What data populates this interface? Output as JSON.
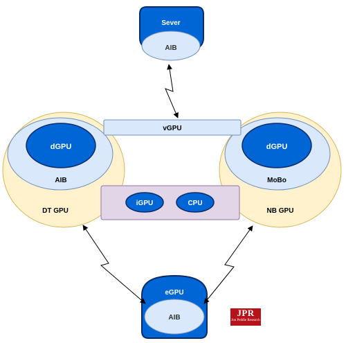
{
  "colors": {
    "dark_blue": "#0066d6",
    "light_blue": "#dae8fc",
    "peach": "#fff2cc",
    "lavender": "#e1d5e7",
    "jpr_red": "#b5121b"
  },
  "nodes": {
    "server": {
      "title": "Sever",
      "inner": "AIB"
    },
    "vgpu": "vGPU",
    "dt_gpu": {
      "outer": "DT GPU",
      "middle": "AIB",
      "inner": "dGPU"
    },
    "nb_gpu": {
      "outer": "NB GPU",
      "middle": "MoBo",
      "inner": "dGPU"
    },
    "igpu": "iGPU",
    "cpu": "CPU",
    "egpu": {
      "title": "eGPU",
      "inner": "AIB"
    }
  },
  "logo": {
    "text": "JPR",
    "tagline": "Jon Peddie Research"
  }
}
